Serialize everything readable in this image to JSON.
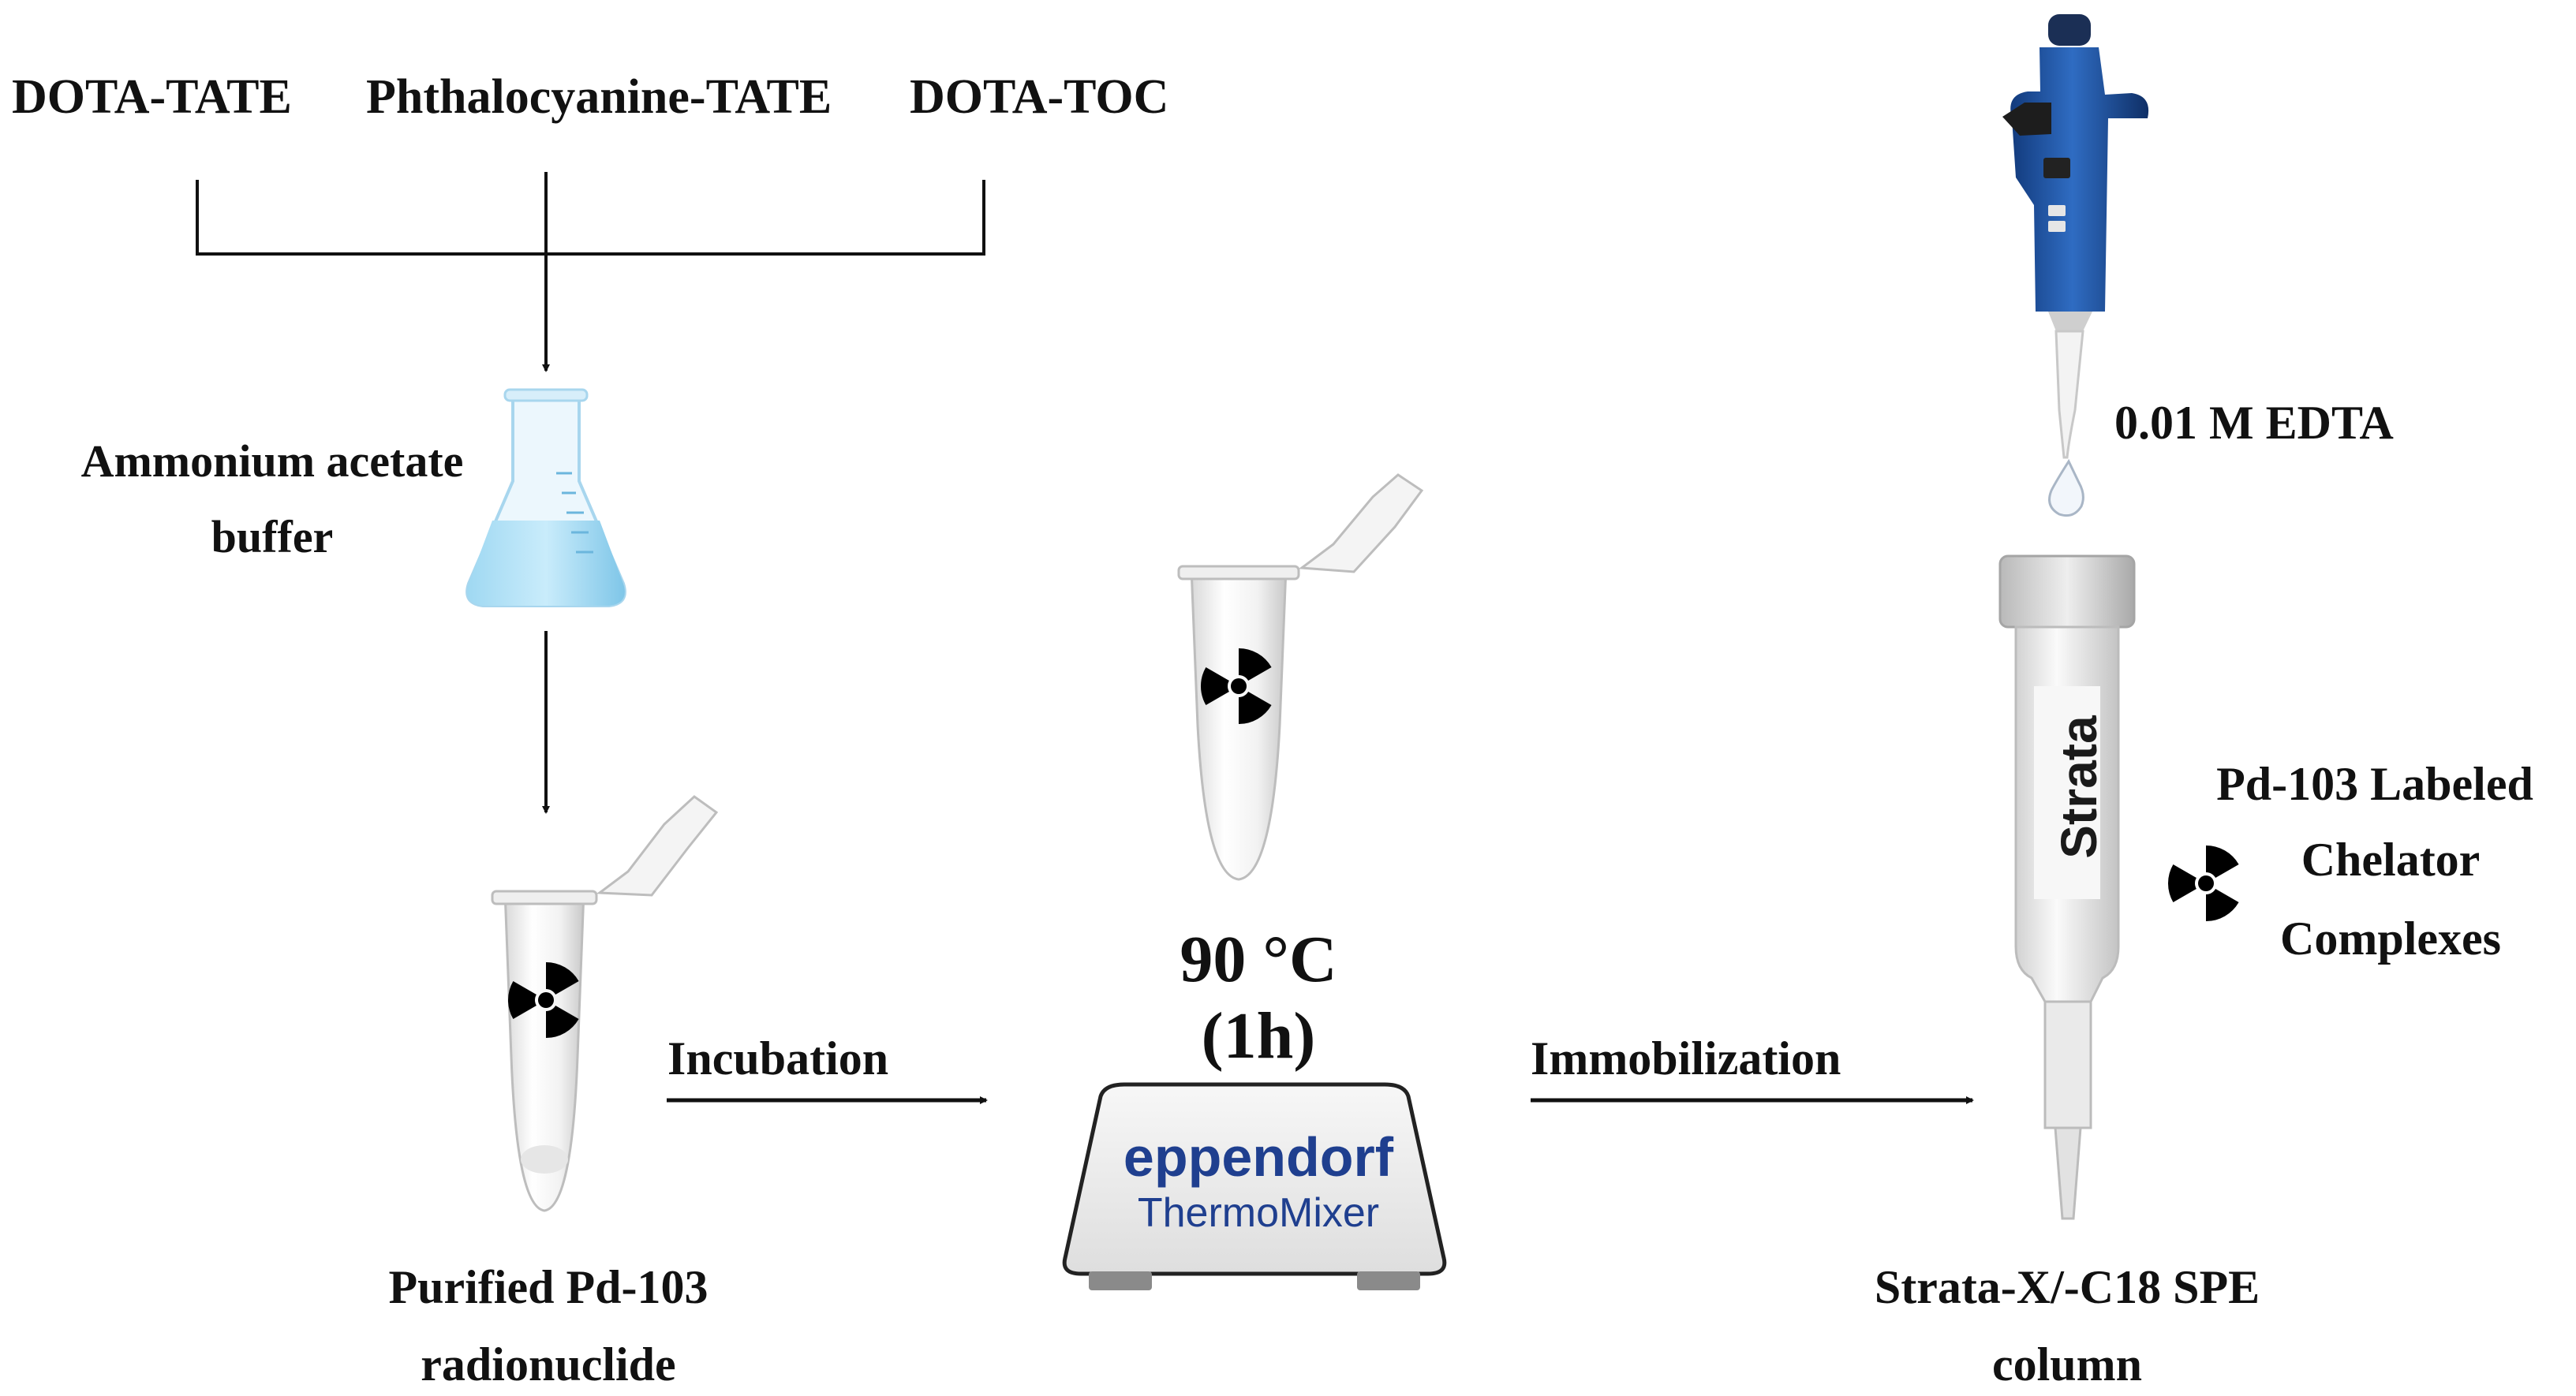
{
  "reagents": {
    "dota_tate": "DOTA-TATE",
    "phthalocyanine_tate": "Phthalocyanine-TATE",
    "dota_toc": "DOTA-TOC"
  },
  "buffer": {
    "line1": "Ammonium acetate",
    "line2": "buffer"
  },
  "purified": {
    "line1": "Purified Pd-103",
    "line2": "radionuclide"
  },
  "step_incubation": "Incubation",
  "conditions": {
    "temperature": "90 °C",
    "time": "(1h)"
  },
  "thermomixer": {
    "brand": "eppendorf",
    "model": "ThermoMixer"
  },
  "step_immobilization": "Immobilization",
  "eluent": "0.01 M EDTA",
  "column": {
    "brand": "Strata",
    "line1": "Strata-X/-C18 SPE",
    "line2": "column"
  },
  "product": {
    "line1": "Pd-103 Labeled",
    "line2": "Chelator",
    "line3": "Complexes"
  },
  "colors": {
    "brand_blue": "#1f3f8f",
    "buffer_liquid": "#8fd0ee",
    "pipette_blue": "#1e4f9c",
    "ink": "#111111"
  }
}
